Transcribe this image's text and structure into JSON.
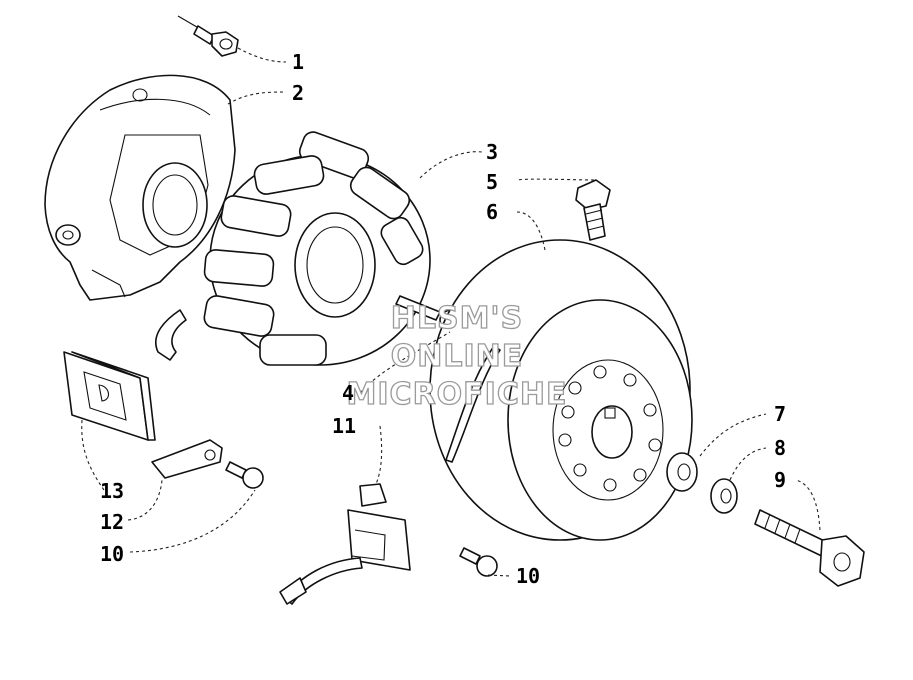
{
  "watermark": {
    "line1": "HLSM'S",
    "line2": "ONLINE",
    "line3": "MICROFICHE"
  },
  "callouts": {
    "c1": "1",
    "c2": "2",
    "c3": "3",
    "c4": "4",
    "c5": "5",
    "c6": "6",
    "c7": "7",
    "c8": "8",
    "c9": "9",
    "c10a": "10",
    "c10b": "10",
    "c11": "11",
    "c12": "12",
    "c13": "13"
  }
}
